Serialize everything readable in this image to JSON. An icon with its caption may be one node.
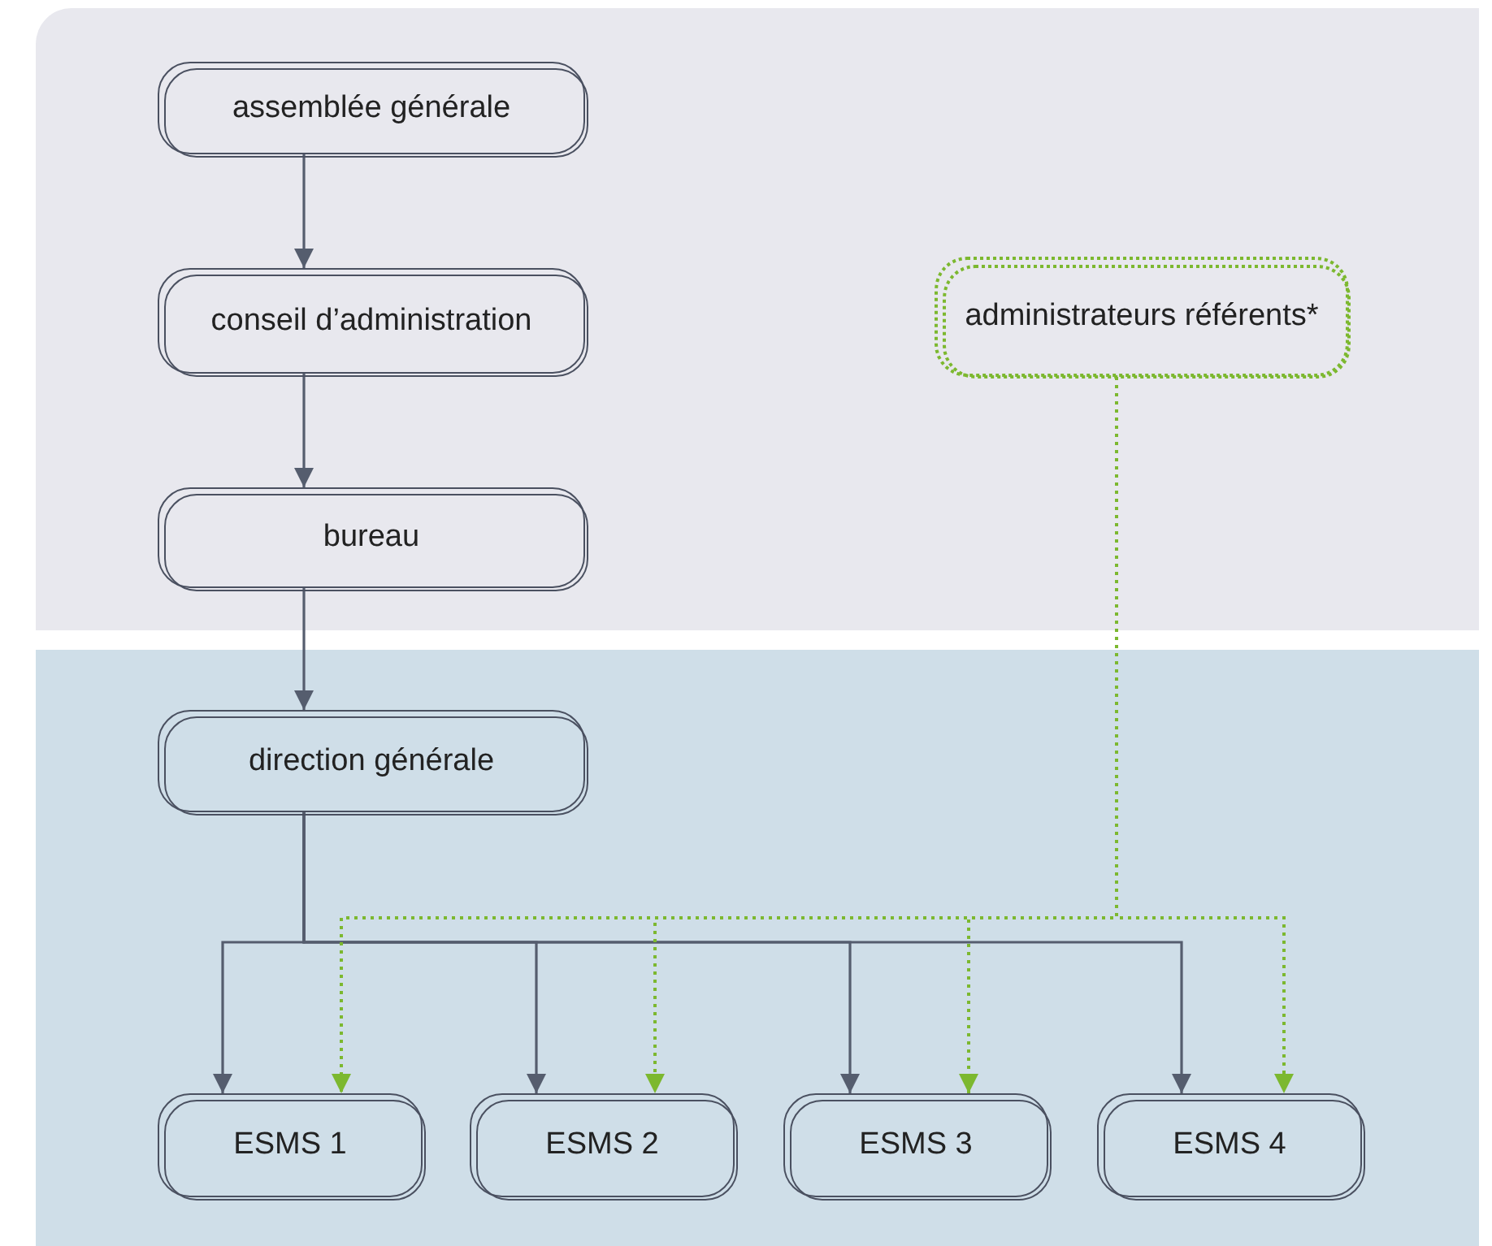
{
  "diagram": {
    "nodes": [
      {
        "text": [
          "assemblée générale"
        ]
      },
      {
        "text": [
          "conseil d’administration"
        ]
      },
      {
        "text": [
          "bureau"
        ]
      },
      {
        "text": [
          "direction générale"
        ]
      },
      {
        "text": [
          "administrateurs référents*"
        ]
      },
      {
        "text": [
          "ESMS 1"
        ]
      },
      {
        "text": [
          "ESMS 2"
        ]
      },
      {
        "text": [
          "ESMS 3"
        ]
      },
      {
        "text": [
          "ESMS 4"
        ]
      }
    ],
    "edges": [
      {
        "from": 0,
        "to": 1,
        "arrow": "to"
      },
      {
        "from": 1,
        "to": 2,
        "arrow": "to"
      },
      {
        "from": 2,
        "to": 3,
        "arrow": "to"
      },
      {
        "from": 3,
        "to": 5,
        "arrow": "to"
      },
      {
        "from": 3,
        "to": 6,
        "arrow": "to"
      },
      {
        "from": 3,
        "to": 7,
        "arrow": "to"
      },
      {
        "from": 3,
        "to": 8,
        "arrow": "to"
      },
      {
        "from": 4,
        "to": 5,
        "arrow": "to",
        "style": "dashed",
        "color": "#7cb82f"
      },
      {
        "from": 4,
        "to": 6,
        "arrow": "to",
        "style": "dashed",
        "color": "#7cb82f"
      },
      {
        "from": 4,
        "to": 7,
        "arrow": "to",
        "style": "dashed",
        "color": "#7cb82f"
      },
      {
        "from": 4,
        "to": 8,
        "arrow": "to",
        "style": "dashed",
        "color": "#7cb82f"
      }
    ]
  }
}
